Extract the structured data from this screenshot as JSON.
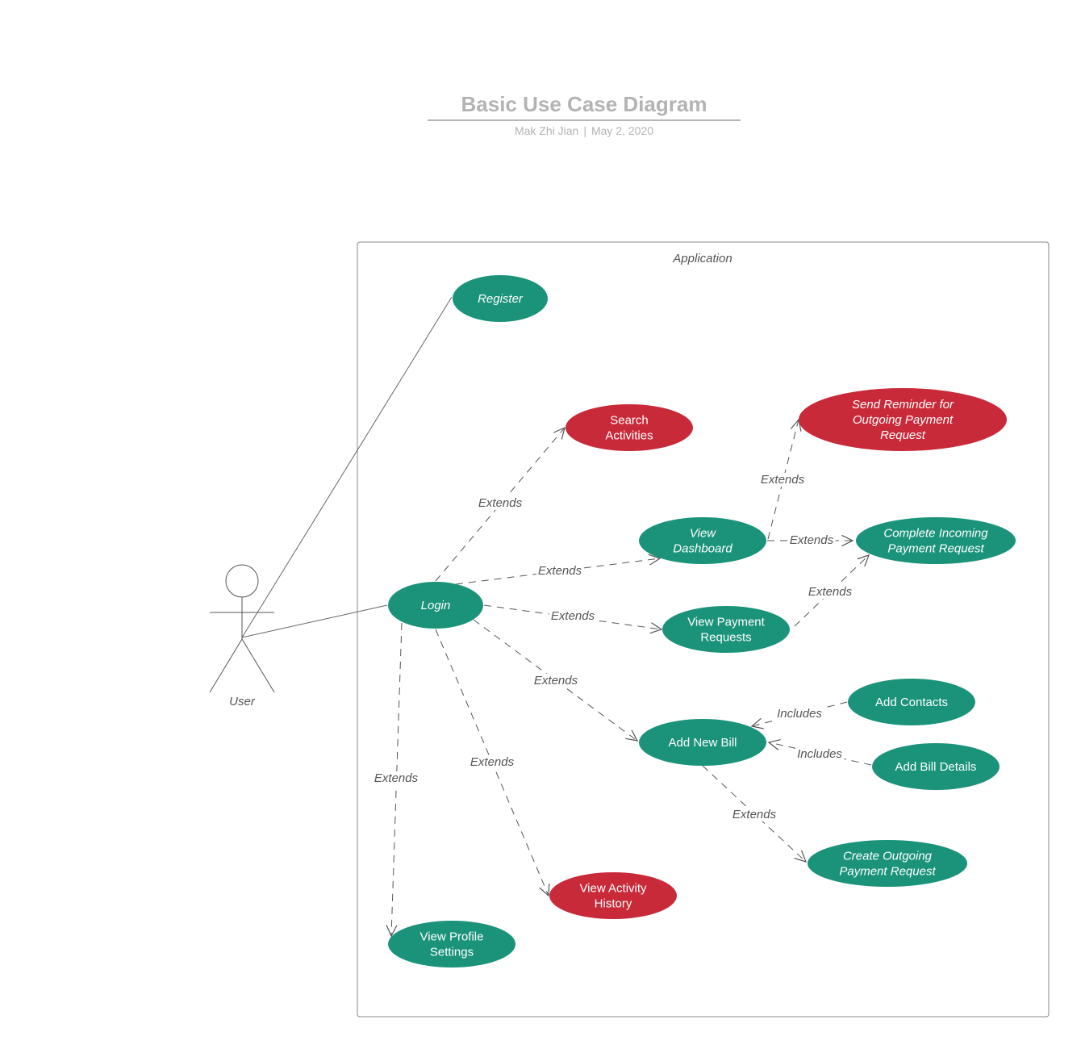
{
  "header": {
    "title": "Basic Use Case Diagram",
    "author": "Mak Zhi Jian",
    "separator": "|",
    "date": "May 2, 2020"
  },
  "colors": {
    "green": "#1a937a",
    "red": "#c92a39",
    "line": "#555555",
    "boundary": "#888888",
    "title": "#b3b3b3"
  },
  "system": {
    "label": "Application"
  },
  "actor": {
    "label": "User"
  },
  "use_cases": {
    "register": {
      "lines": [
        "Register"
      ],
      "color": "green",
      "italic": true
    },
    "search_activities": {
      "lines": [
        "Search",
        "Activities"
      ],
      "color": "red",
      "italic": false
    },
    "send_reminder": {
      "lines": [
        "Send Reminder for",
        "Outgoing Payment",
        "Request"
      ],
      "color": "red",
      "italic": true
    },
    "view_dashboard": {
      "lines": [
        "View",
        "Dashboard"
      ],
      "color": "green",
      "italic": true
    },
    "complete_incoming": {
      "lines": [
        "Complete Incoming",
        "Payment Request"
      ],
      "color": "green",
      "italic": true
    },
    "login": {
      "lines": [
        "Login"
      ],
      "color": "green",
      "italic": true
    },
    "view_payment_requests": {
      "lines": [
        "View Payment",
        "Requests"
      ],
      "color": "green",
      "italic": false
    },
    "add_contacts": {
      "lines": [
        "Add Contacts"
      ],
      "color": "green",
      "italic": false
    },
    "add_new_bill": {
      "lines": [
        "Add New Bill"
      ],
      "color": "green",
      "italic": false
    },
    "add_bill_details": {
      "lines": [
        "Add Bill Details"
      ],
      "color": "green",
      "italic": false
    },
    "create_outgoing": {
      "lines": [
        "Create Outgoing",
        "Payment Request"
      ],
      "color": "green",
      "italic": true
    },
    "view_activity_history": {
      "lines": [
        "View Activity",
        "History"
      ],
      "color": "red",
      "italic": false
    },
    "view_profile_settings": {
      "lines": [
        "View Profile",
        "Settings"
      ],
      "color": "green",
      "italic": false
    }
  },
  "associations": [
    {
      "from": "actor",
      "to": "register"
    },
    {
      "from": "actor",
      "to": "login"
    }
  ],
  "relationships": [
    {
      "id": "login_search",
      "from": "login",
      "to": "search_activities",
      "label": "Extends"
    },
    {
      "id": "login_dashboard",
      "from": "login",
      "to": "view_dashboard",
      "label": "Extends"
    },
    {
      "id": "login_payreq",
      "from": "login",
      "to": "view_payment_requests",
      "label": "Extends"
    },
    {
      "id": "login_addbill",
      "from": "login",
      "to": "add_new_bill",
      "label": "Extends"
    },
    {
      "id": "login_activity",
      "from": "login",
      "to": "view_activity_history",
      "label": "Extends"
    },
    {
      "id": "login_profile",
      "from": "login",
      "to": "view_profile_settings",
      "label": "Extends"
    },
    {
      "id": "dashboard_reminder",
      "from": "view_dashboard",
      "to": "send_reminder",
      "label": "Extends"
    },
    {
      "id": "dashboard_complete",
      "from": "view_dashboard",
      "to": "complete_incoming",
      "label": "Extends"
    },
    {
      "id": "payreq_complete",
      "from": "view_payment_requests",
      "to": "complete_incoming",
      "label": "Extends"
    },
    {
      "id": "contacts_addbill",
      "from": "add_contacts",
      "to": "add_new_bill",
      "label": "Includes"
    },
    {
      "id": "details_addbill",
      "from": "add_bill_details",
      "to": "add_new_bill",
      "label": "Includes"
    },
    {
      "id": "addbill_create",
      "from": "add_new_bill",
      "to": "create_outgoing",
      "label": "Extends"
    }
  ]
}
